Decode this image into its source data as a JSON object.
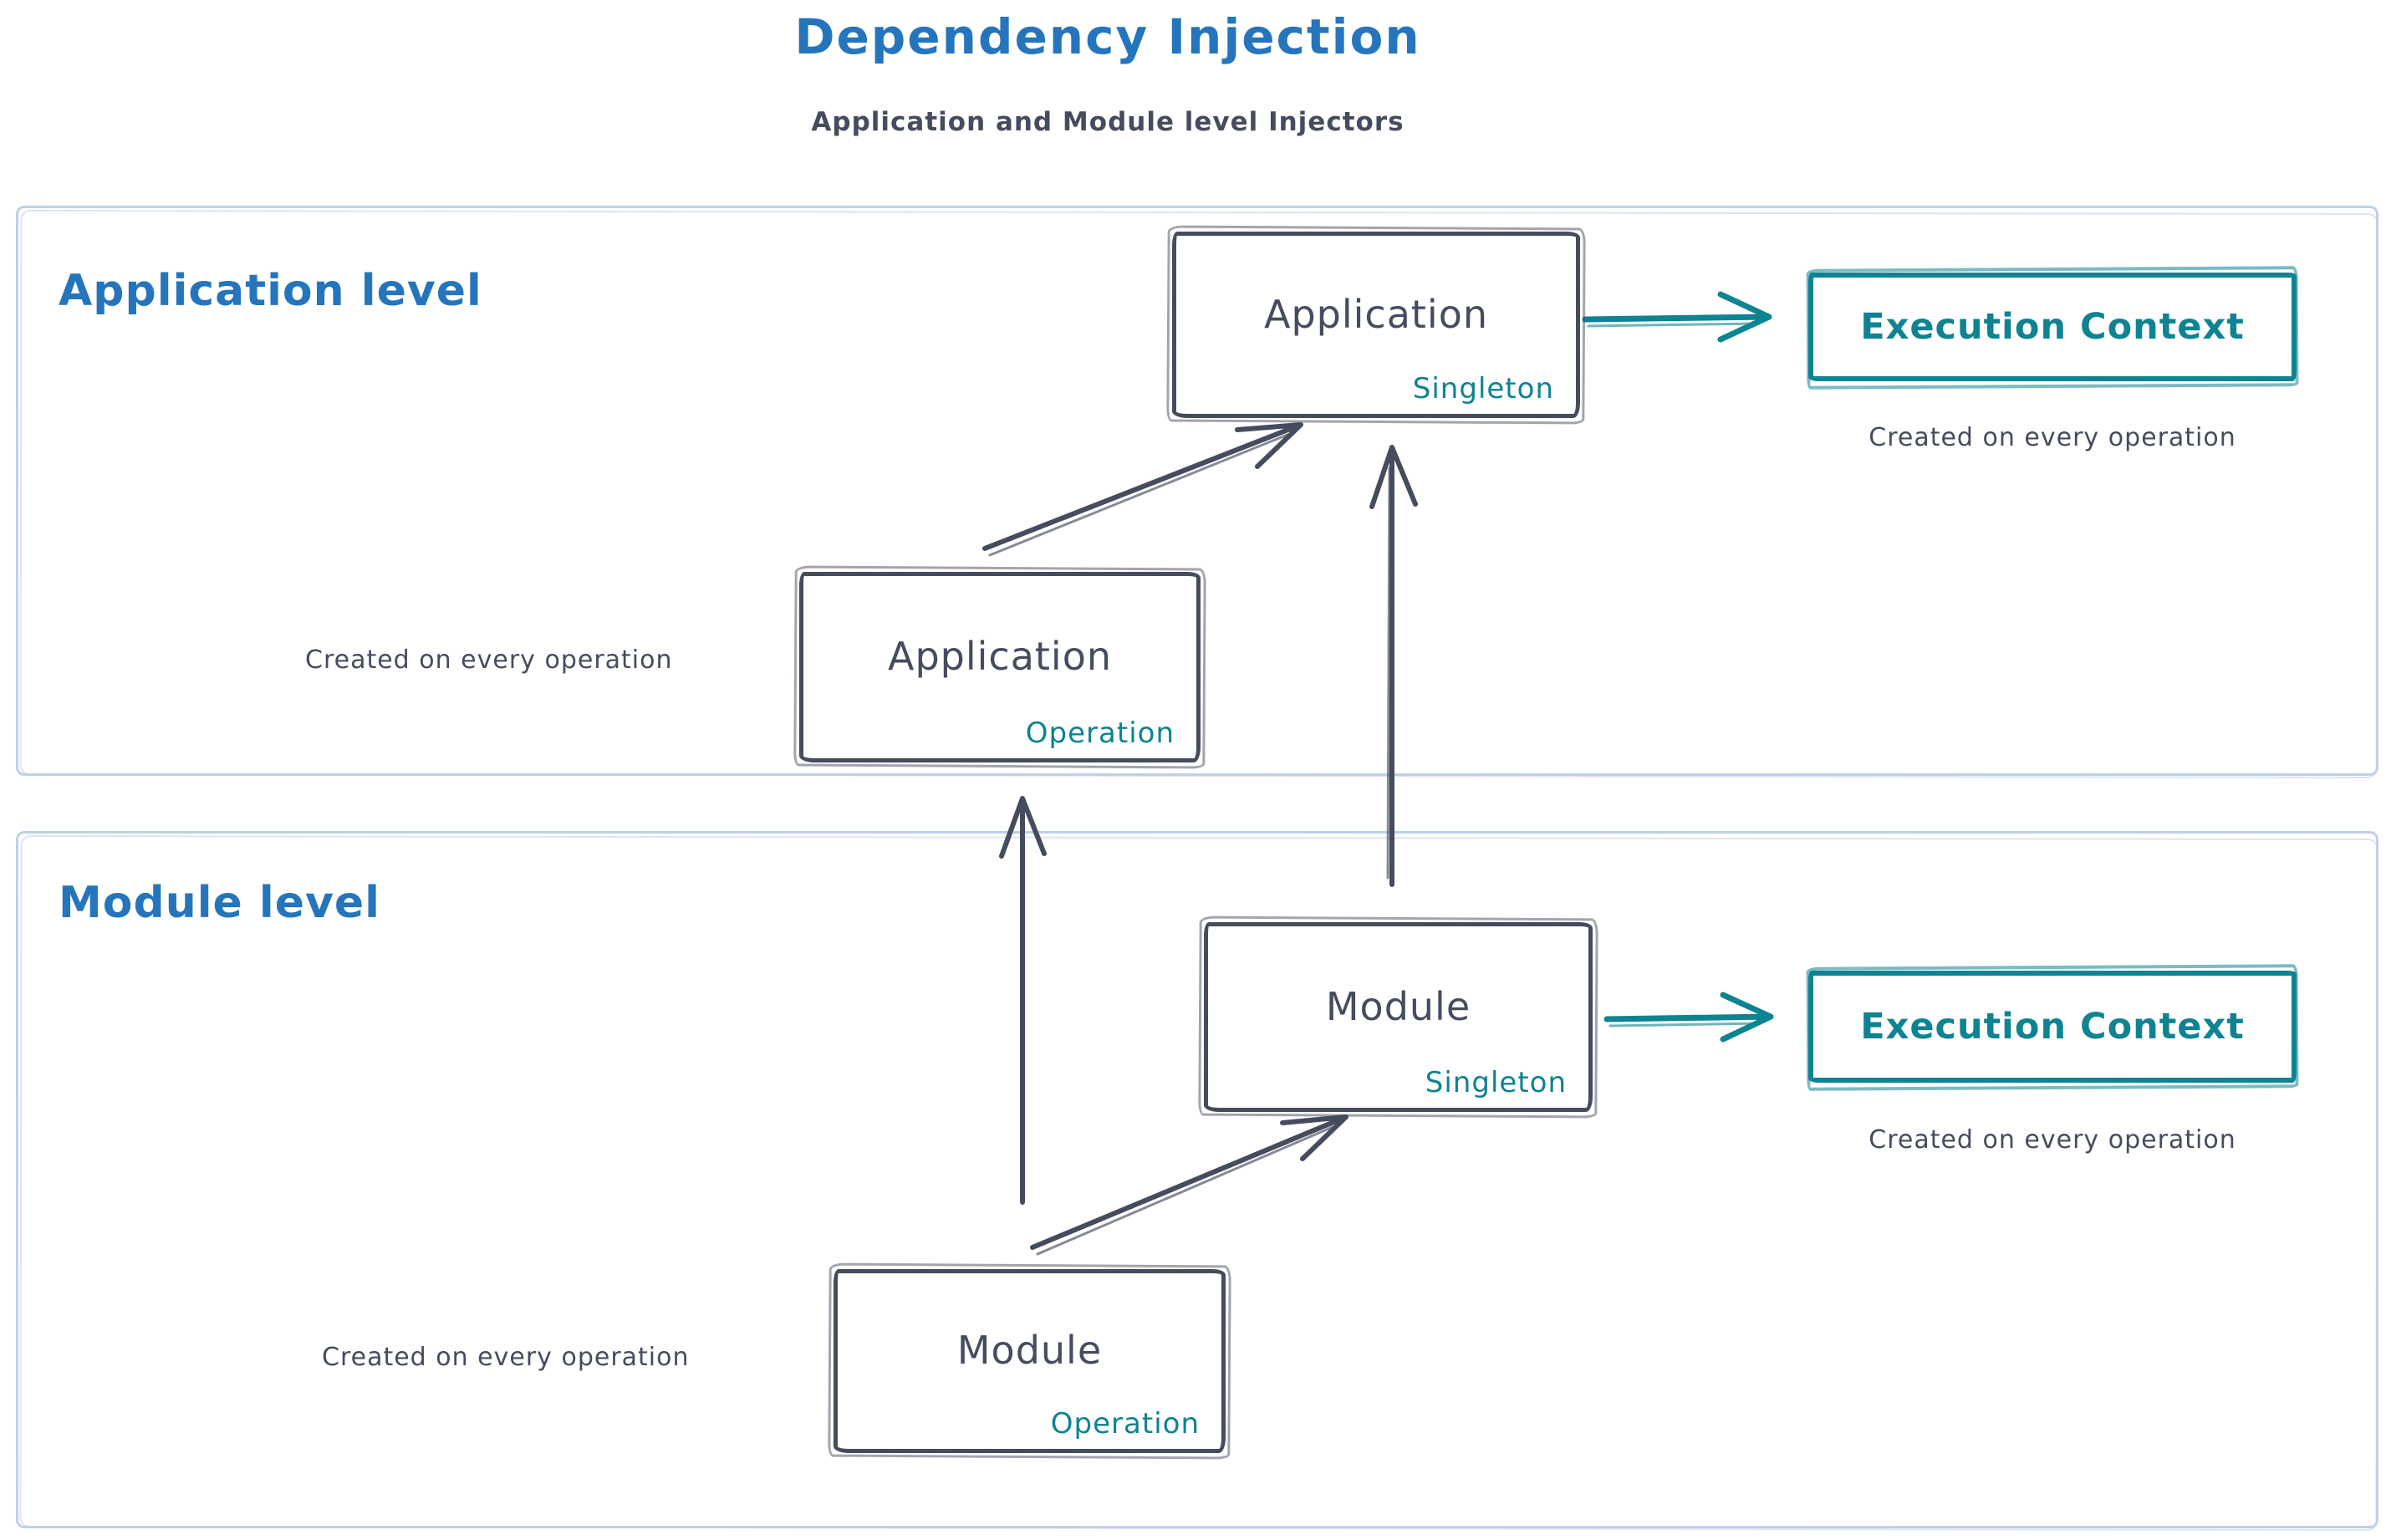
{
  "title": "Dependency Injection",
  "subtitle": "Application and Module level Injectors",
  "colors": {
    "blue": "#2575bd",
    "slate": "#454c5d",
    "teal": "#0e8391",
    "containerBorder": "#bfd0e8"
  },
  "application_level": {
    "label": "Application level",
    "singleton_box": {
      "name": "Application",
      "scope": "Singleton"
    },
    "operation_box": {
      "name": "Application",
      "scope": "Operation"
    },
    "operation_caption": "Created on every operation",
    "execution_context": {
      "label": "Execution Context",
      "caption": "Created on every operation"
    }
  },
  "module_level": {
    "label": "Module level",
    "singleton_box": {
      "name": "Module",
      "scope": "Singleton"
    },
    "operation_box": {
      "name": "Module",
      "scope": "Operation"
    },
    "operation_caption": "Created on every operation",
    "execution_context": {
      "label": "Execution Context",
      "caption": "Created on every operation"
    }
  }
}
